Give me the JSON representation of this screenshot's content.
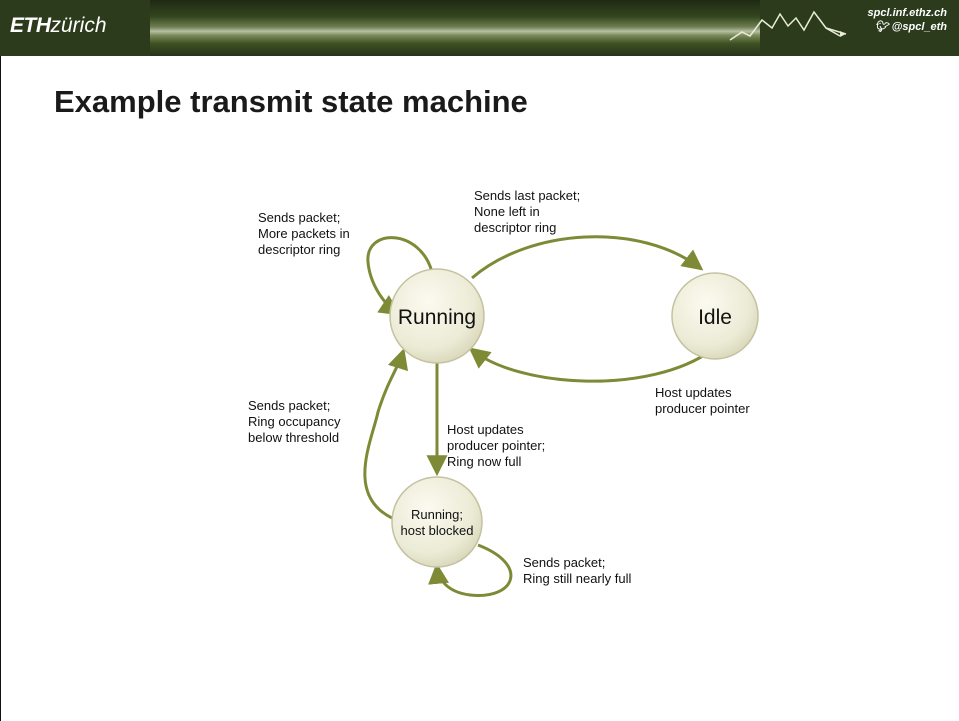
{
  "header": {
    "logo_bold": "ETH",
    "logo_rest": "zürich",
    "site": "spcl.inf.ethz.ch",
    "twitter": "@spcl_eth"
  },
  "slide": {
    "title": "Example transmit state machine"
  },
  "diagram": {
    "states": {
      "running": "Running",
      "idle": "Idle",
      "blocked_line1": "Running;",
      "blocked_line2": "host blocked"
    },
    "transitions": {
      "running_self": [
        "Sends packet;",
        "More packets in",
        "descriptor ring"
      ],
      "running_to_idle": [
        "Sends last packet;",
        "None left in",
        "descriptor ring"
      ],
      "idle_to_running": [
        "Host updates",
        "producer pointer"
      ],
      "running_to_blocked": [
        "Host updates",
        "producer pointer;",
        "Ring now full"
      ],
      "blocked_to_running": [
        "Sends packet;",
        "Ring occupancy",
        "below threshold"
      ],
      "blocked_self": [
        "Sends packet;",
        "Ring still nearly full"
      ]
    },
    "colors": {
      "arrow": "#7f8a36",
      "state_fill": "#ecebd6",
      "state_stroke": "#c4c2a1"
    }
  }
}
